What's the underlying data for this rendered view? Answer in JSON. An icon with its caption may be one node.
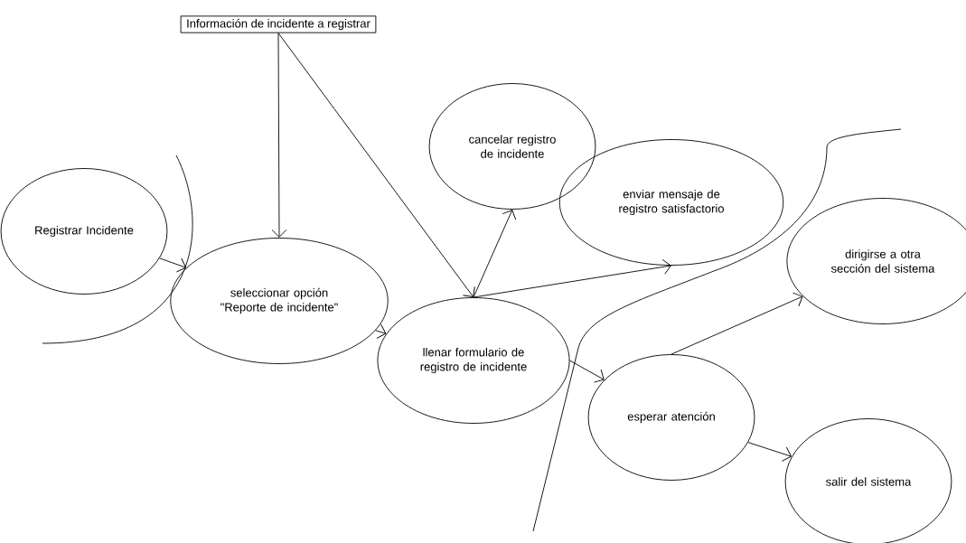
{
  "diagram": {
    "nodes": [
      {
        "text": [
          "Información de incidente  a registrar"
        ]
      },
      {
        "text": [
          "Registrar Incidente"
        ]
      },
      {
        "text": [
          "seleccionar opción \"Reporte de incidente\""
        ]
      },
      {
        "text": [
          "cancelar registro de incidente"
        ]
      },
      {
        "text": [
          "enviar mensaje de registro satisfactorio"
        ]
      },
      {
        "text": [
          "llenar formulario de registro de incidente"
        ]
      },
      {
        "text": [
          "dirigirse a otra sección del sistema"
        ]
      },
      {
        "text": [
          "esperar atención"
        ]
      },
      {
        "text": [
          "salir del sistema"
        ]
      }
    ],
    "edges": [
      {
        "from": 0,
        "to": 2,
        "arrow": "to"
      },
      {
        "from": 0,
        "to": 5,
        "arrow": "to"
      },
      {
        "from": 1,
        "to": 2,
        "arrow": "to"
      },
      {
        "from": 2,
        "to": 5,
        "arrow": "to"
      },
      {
        "from": 5,
        "to": 3,
        "arrow": "to"
      },
      {
        "from": 5,
        "to": 4,
        "arrow": "to"
      },
      {
        "from": 5,
        "to": 7,
        "arrow": "to"
      },
      {
        "from": 7,
        "to": 6,
        "arrow": "to"
      },
      {
        "from": 7,
        "to": 8,
        "arrow": "to"
      }
    ]
  }
}
